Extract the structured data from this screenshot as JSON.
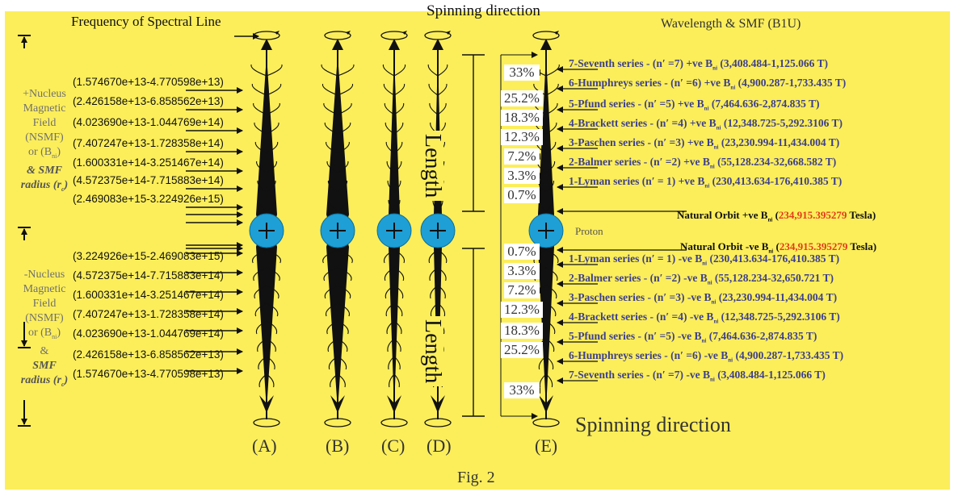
{
  "titles": {
    "frequency_header": "Frequency of Spectral Line",
    "spinning_top": "Spinning direction",
    "wavelength_header": "Wavelength & SMF (B1U)",
    "spinning_bottom": "Spinning direction",
    "proton": "Proton",
    "figure_caption": "Fig. 2",
    "length_top": "Length",
    "length_bottom": "Length"
  },
  "left_side": {
    "top_lines": [
      "+Nucleus",
      "Magnetic",
      "Field",
      "(NSMF)",
      "or (B",
      "& SMF",
      "radius (r"
    ],
    "top_subscripts": [
      "ni",
      "c"
    ],
    "bottom_lines": [
      "-Nucleus",
      "Magnetic",
      "Field",
      "(NSMF)",
      "or (B",
      "&",
      "SMF",
      "radius (r"
    ],
    "bottom_subscripts": [
      "ni",
      "c"
    ]
  },
  "frequencies_top": [
    "(1.574670e+13-4.770598e+13)",
    "(2.426158e+13-6.858562e+13)",
    "(4.023690e+13-1.044769e+14)",
    "(7.407247e+13-1.728358e+14)",
    "(1.600331e+14-3.251467e+14)",
    "(4.572375e+14-7.715883e+14)",
    "(2.469083e+15-3.224926e+15)"
  ],
  "frequencies_bottom": [
    "(3.224926e+15-2.469083e+15)",
    "(4.572375e+14-7.715883e+14)",
    "(1.600331e+14-3.251467e+14)",
    "(7.407247e+13-1.728358e+14)",
    "(4.023690e+13-1.044769e+14)",
    "(2.426158e+13-6.858562e+13)",
    "(1.574670e+13-4.770598e+13)"
  ],
  "percent_top": [
    "33%",
    "25.2%",
    "18.3%",
    "12.3%",
    "7.2%",
    "3.3%",
    "0.7%"
  ],
  "percent_bottom": [
    "0.7%",
    "3.3%",
    "7.2%",
    "12.3%",
    "18.3%",
    "25.2%",
    "33%"
  ],
  "series_top": [
    {
      "name": "7-Seventh series - (n′ =7) +ve B",
      "sub": "ni",
      "value": "(3,408.484-1,125.066 T)"
    },
    {
      "name": "6-Humphreys series - (n′ =6) +ve B",
      "sub": "ni",
      "value": "(4,900.287-1,733.435 T)"
    },
    {
      "name": "5-Pfund series - (n′ =5) +ve B",
      "sub": "ni",
      "value": "(7,464.636-2,874.835 T)"
    },
    {
      "name": "4-Brackett series - (n′ =4) +ve B",
      "sub": "ni",
      "value": "(12,348.725-5,292.3106 T)"
    },
    {
      "name": "3-Paschen series - (n′ =3) +ve B",
      "sub": "ni",
      "value": "(23,230.994-11,434.004 T)"
    },
    {
      "name": "2-Balmer series - (n′ =2) +ve B",
      "sub": "ni",
      "value": "(55,128.234-32,668.582 T)"
    },
    {
      "name": "1-Lyman series (n′ = 1) +ve B",
      "sub": "ni",
      "value": "(230,413.634-176,410.385 T)"
    }
  ],
  "natural_orbit_top": {
    "prefix": "Natural Orbit +ve B",
    "sub": "ni",
    "pre": "(",
    "value": "234,915.395279",
    "post": " Tesla)"
  },
  "natural_orbit_bottom": {
    "prefix": "Natural Orbit -ve B",
    "sub": "ni",
    "pre": "(",
    "value": "234,915.395279",
    "post": " Tesla)"
  },
  "series_bottom": [
    {
      "name": "1-Lyman series (n′ = 1) -ve B",
      "sub": "ni",
      "value": "(230,413.634-176,410.385 T)"
    },
    {
      "name": "2-Balmer series - (n′ =2)  -ve B",
      "sub": "ni",
      "value": "(55,128.234-32,650.721 T)"
    },
    {
      "name": "3-Paschen series - (n′ =3) -ve B",
      "sub": "ni",
      "value": "(23,230.994-11,434.004 T)"
    },
    {
      "name": "4-Brackett series - (n′ =4) -ve B",
      "sub": "ni",
      "value": "(12,348.725-5,292.3106 T)"
    },
    {
      "name": "5-Pfund series - (n′ =5) -ve B",
      "sub": "ni",
      "value": "(7,464.636-2,874.835 T)"
    },
    {
      "name": "6-Humphreys series - (n′ =6) -ve B",
      "sub": "ni",
      "value": "(4,900.287-1,733.435 T)"
    },
    {
      "name": "7-Seventh series - (n′ =7) -ve B",
      "sub": "ni",
      "value": "(3,408.484-1,125.066 T)"
    }
  ],
  "panels": [
    "(A)",
    "(B)",
    "(C)",
    "(D)",
    "(E)"
  ],
  "colors": {
    "background": "#fcee5a",
    "proton": "#1e9fd6",
    "series_text": "#3d3f8c",
    "highlight": "#e23a1a"
  }
}
